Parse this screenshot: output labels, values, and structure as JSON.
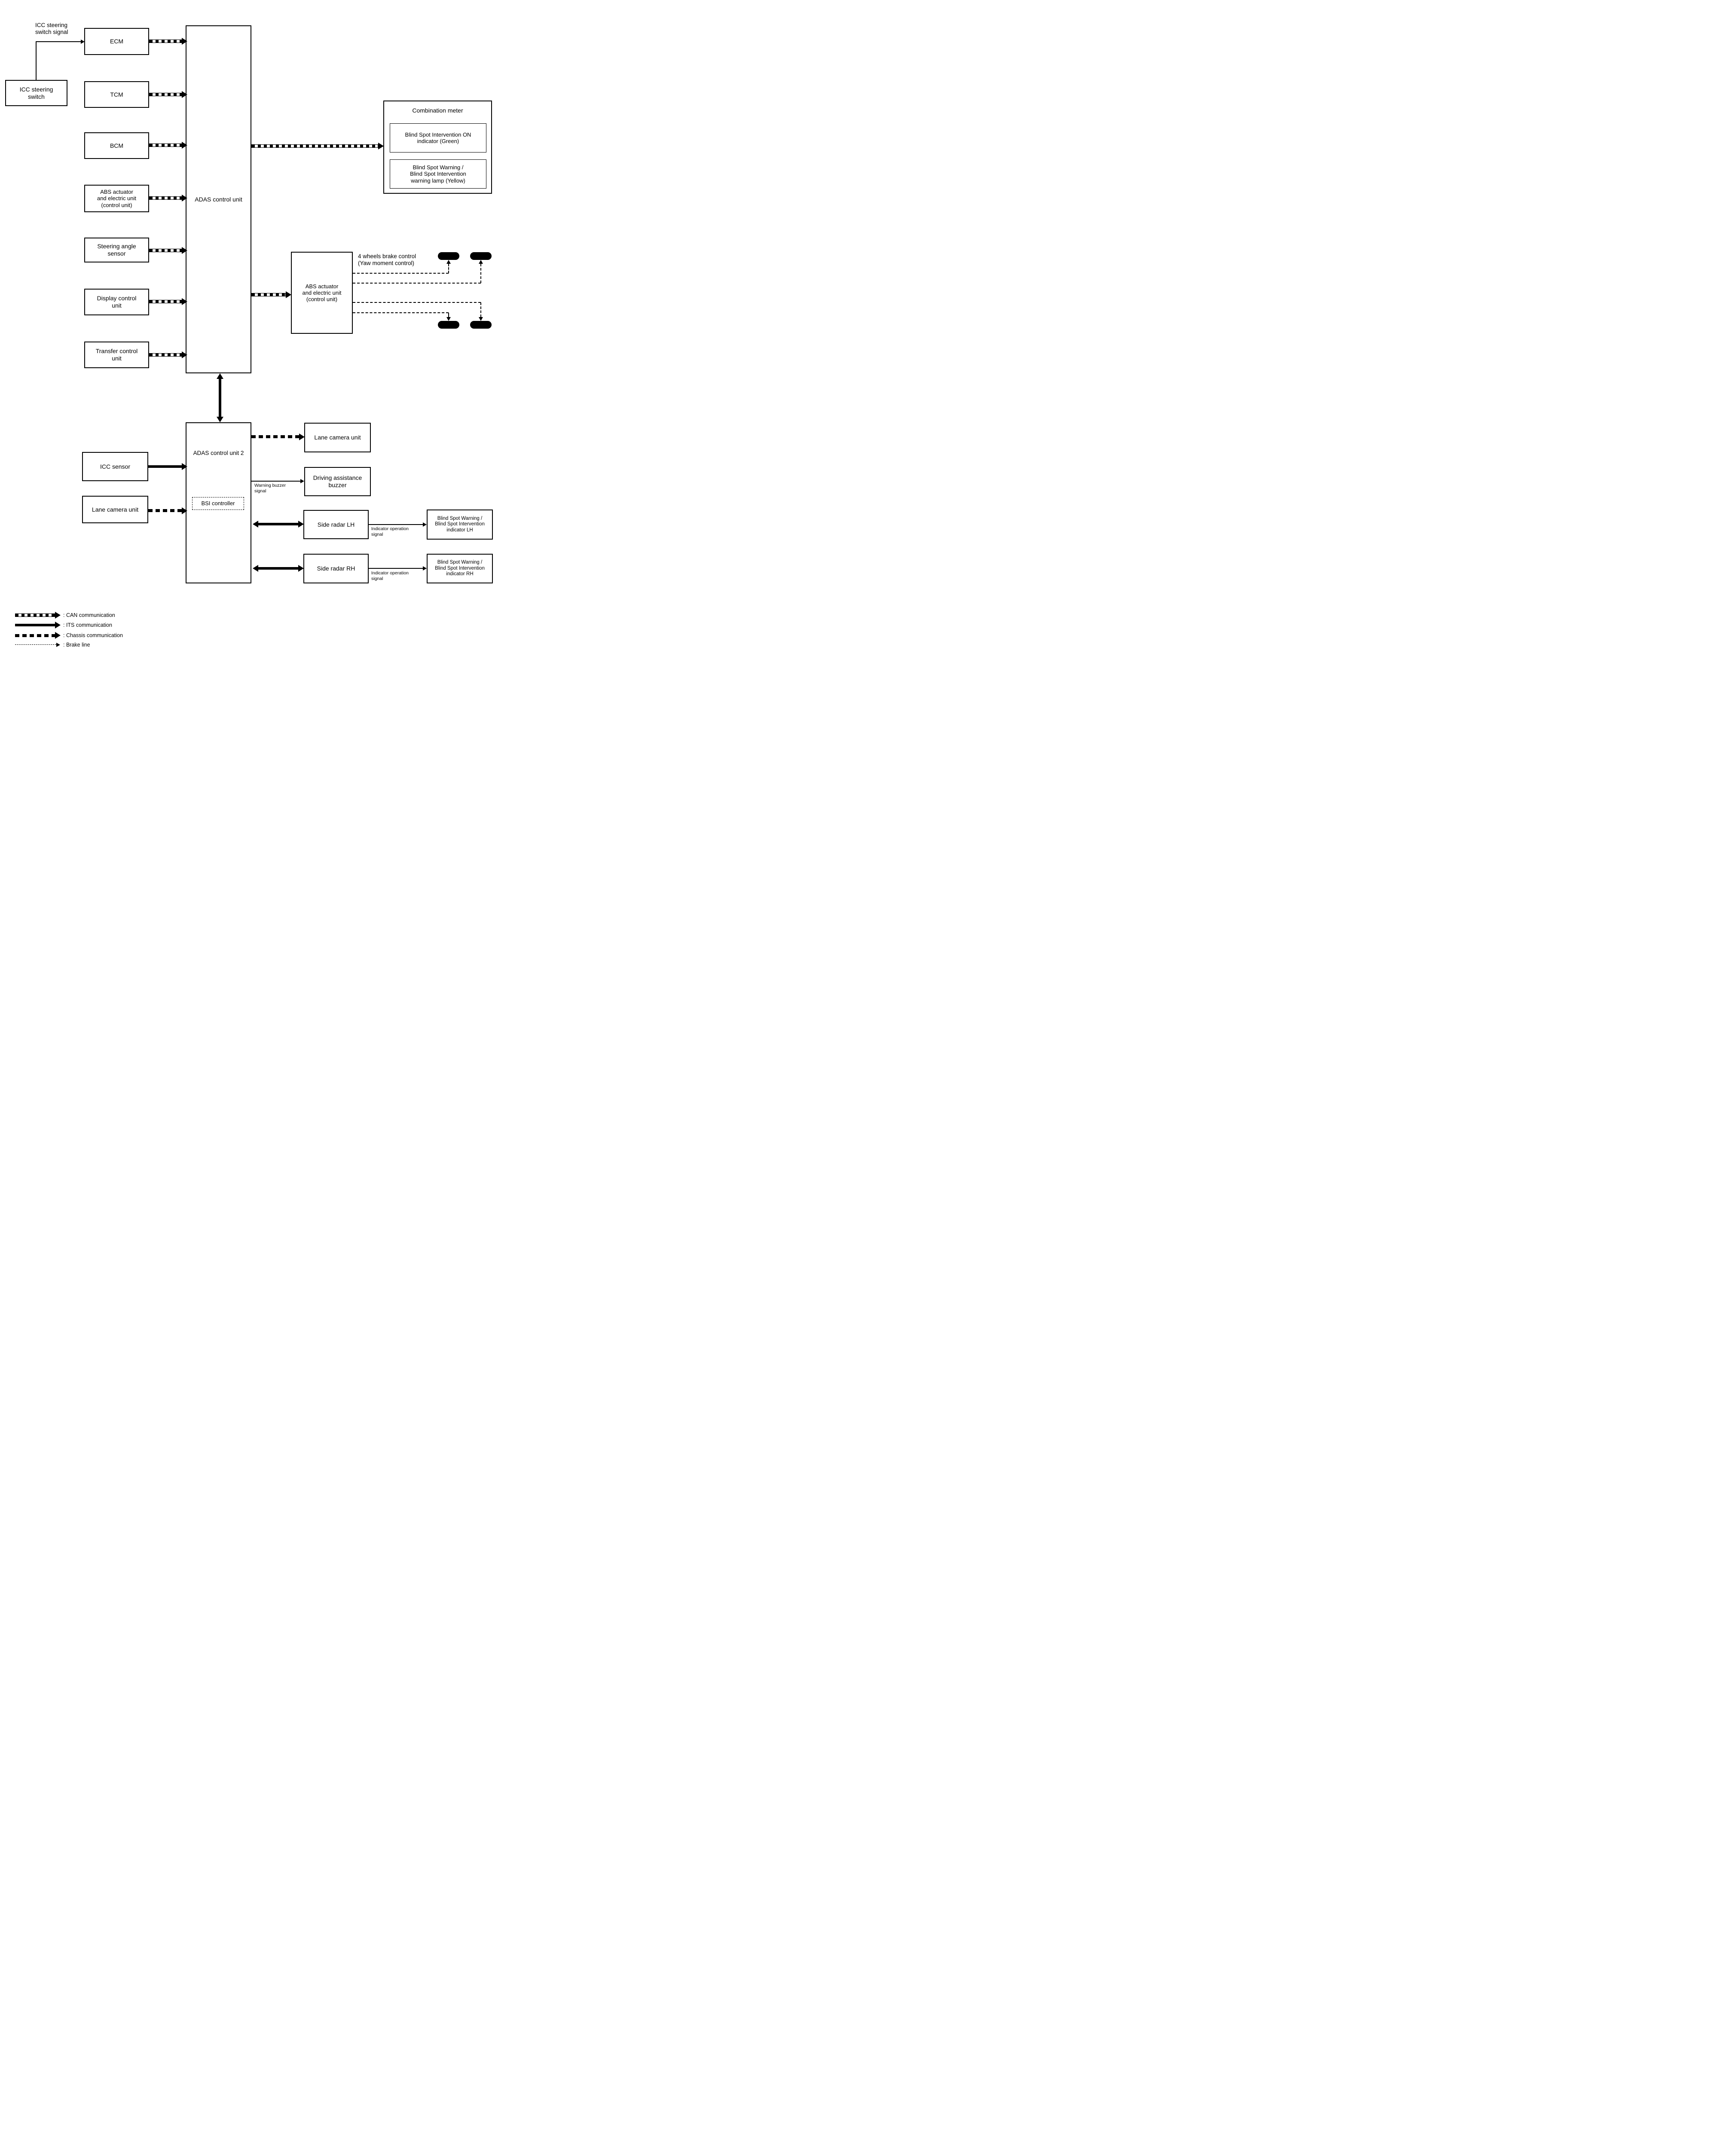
{
  "colors": {
    "line": "#000000",
    "background": "#ffffff"
  },
  "labels": {
    "icc_steering_switch_signal": "ICC steering\nswitch signal",
    "four_wheels_brake": "4 wheels brake control\n(Yaw moment control)",
    "warning_buzzer_signal": "Warning buzzer\nsignal",
    "indicator_operation_signal_lh": "Indicator operation\nsignal",
    "indicator_operation_signal_rh": "Indicator operation\nsignal"
  },
  "boxes": {
    "icc_steering_switch": "ICC steering\nswitch",
    "ecm": "ECM",
    "tcm": "TCM",
    "bcm": "BCM",
    "abs_actuator_left": "ABS actuator\nand electric unit\n(control unit)",
    "steering_angle_sensor": "Steering angle\nsensor",
    "display_control_unit": "Display control\nunit",
    "transfer_control_unit": "Transfer control\nunit",
    "adas_control_unit": "ADAS control unit",
    "combination_meter": "Combination meter",
    "bsi_on_indicator": "Blind Spot Intervention ON\nindicator (Green)",
    "bsw_warning_lamp": "Blind Spot Warning /\nBlind Spot Intervention\nwarning lamp (Yellow)",
    "abs_actuator_right": "ABS actuator\nand electric unit\n(control unit)",
    "adas_control_unit_2": "ADAS control unit 2",
    "bsi_controller": "BSI controller",
    "icc_sensor": "ICC sensor",
    "lane_camera_unit_left": "Lane camera unit",
    "lane_camera_unit_right": "Lane camera unit",
    "driving_assistance_buzzer": "Driving assistance\nbuzzer",
    "side_radar_lh": "Side radar LH",
    "side_radar_rh": "Side radar RH",
    "bsw_indicator_lh": "Blind Spot Warning /\nBlind Spot Intervention\nindicator LH",
    "bsw_indicator_rh": "Blind Spot Warning /\nBlind Spot Intervention\nindicator RH"
  },
  "legend": [
    {
      "style": "can",
      "label": ": CAN communication"
    },
    {
      "style": "its",
      "label": ": ITS communication"
    },
    {
      "style": "chassis",
      "label": ": Chassis communication"
    },
    {
      "style": "brake",
      "label": ": Brake line"
    }
  ]
}
